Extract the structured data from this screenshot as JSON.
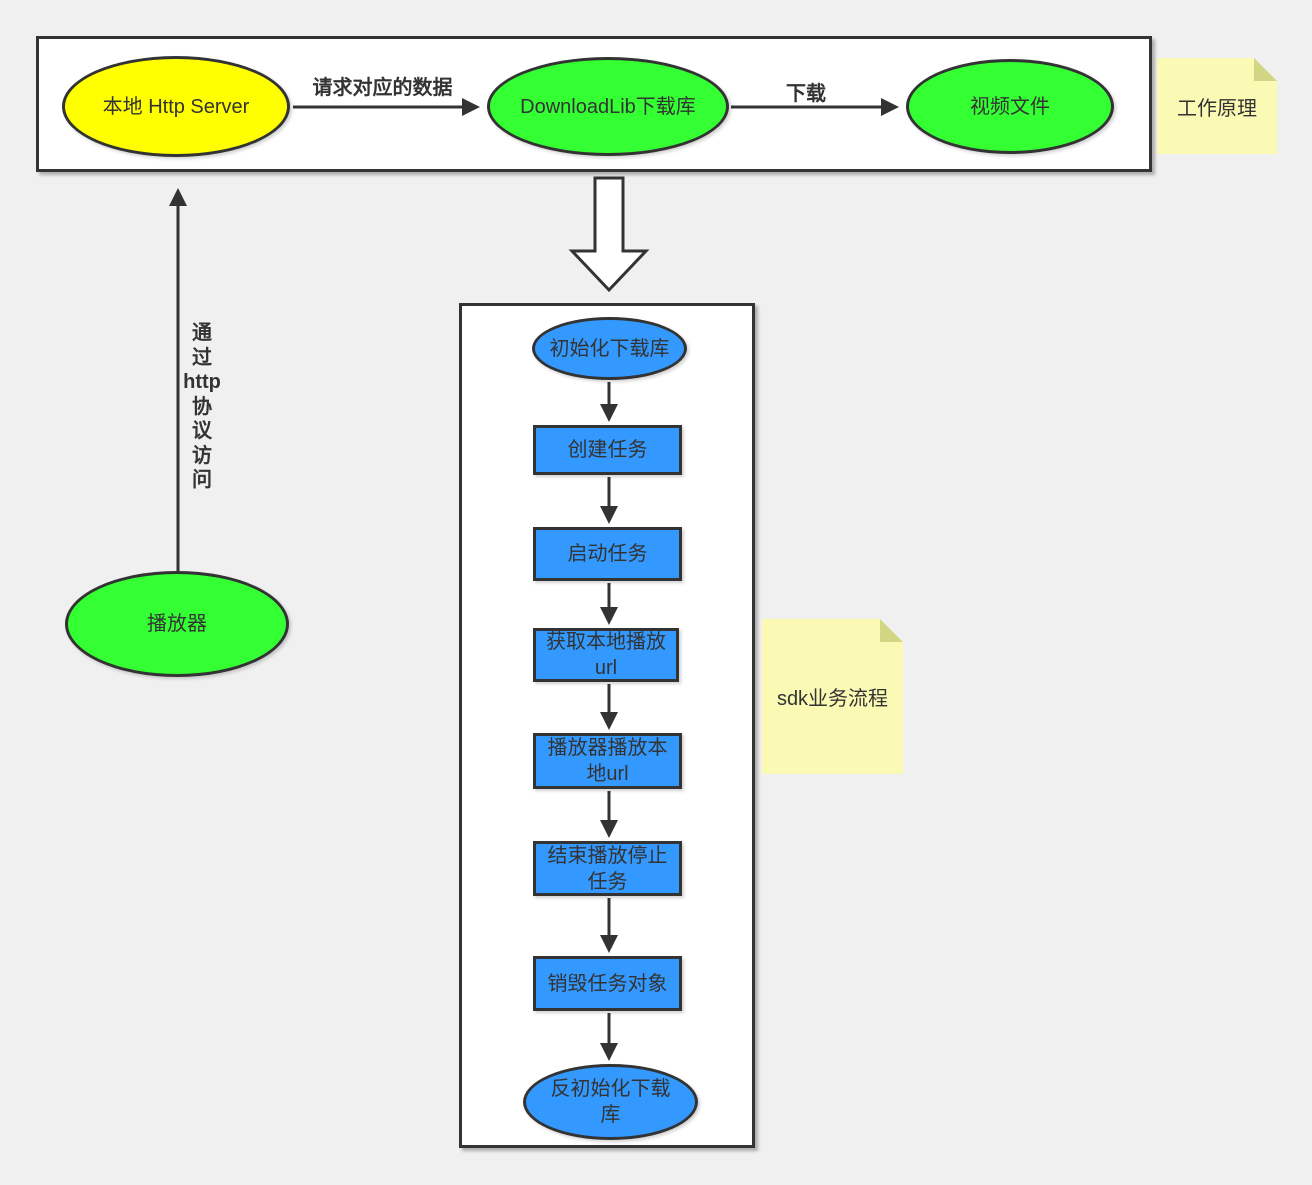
{
  "top_flow": {
    "server": "本地 Http Server",
    "lib": "DownloadLib下载库",
    "video": "视频文件",
    "edge_request": "请求对应的数据",
    "edge_download": "下载"
  },
  "player_branch": {
    "player": "播放器",
    "via_http": "通\n过\nhttp\n协\n议\n访\n问"
  },
  "sdk_flow": {
    "steps": [
      "初始化下载库",
      "创建任务",
      "启动任务",
      "获取本地播放\nurl",
      "播放器播放本\n地url",
      "结束播放停止\n任务",
      "销毁任务对象",
      "反初始化下载\n库"
    ]
  },
  "notes": {
    "principle": "工作原理",
    "sdk": "sdk业务流程"
  },
  "colors": {
    "canvas": "#f0f0f0",
    "stroke": "#333333",
    "yellow": "#ffff00",
    "green": "#33ff33",
    "blue": "#3399ff",
    "note": "#fafab4",
    "note-fold": "#d2d583"
  }
}
